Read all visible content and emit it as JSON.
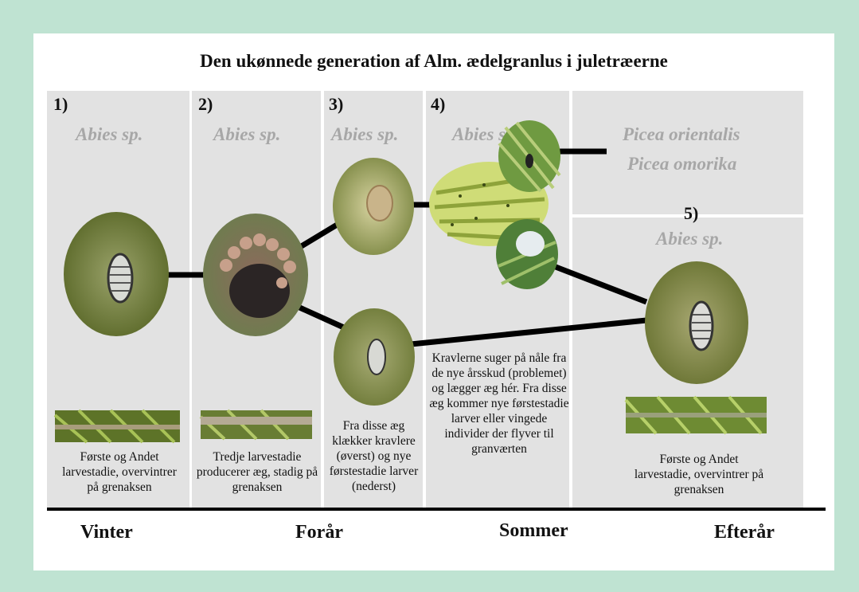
{
  "title": "Den ukønnede generation af Alm. ædelgranlus i juletræerne",
  "stages": [
    {
      "number": "1)",
      "species": "Abies sp.",
      "description": "Første og Andet larvestadie, overvintrer på grenaksen"
    },
    {
      "number": "2)",
      "species": "Abies sp.",
      "description": "Tredje larvestadie producerer æg, stadig på grenaksen"
    },
    {
      "number": "3)",
      "species": "Abies sp.",
      "description": "Fra disse æg klækker kravlere (øverst) og nye førstestadie larver (nederst)"
    },
    {
      "number": "4)",
      "species": "Abies sp.",
      "description": "Kravlerne suger på nåle fra de nye årsskud (problemet) og lægger æg hér. Fra disse æg kommer nye førstestadie larver eller vingede individer der flyver til granværten"
    },
    {
      "number": "5)",
      "species": "Abies sp.",
      "description": "Første og Andet larvestadie, overvintrer på grenaksen"
    }
  ],
  "host_species": [
    "Picea orientalis",
    "Picea omorika"
  ],
  "seasons": [
    "Vinter",
    "Forår",
    "Sommer",
    "Efterår"
  ],
  "colors": {
    "frame": "#bfe3d2",
    "panel": "#e2e2e2",
    "species_text": "#a7a7a7",
    "connector": "#000000"
  }
}
